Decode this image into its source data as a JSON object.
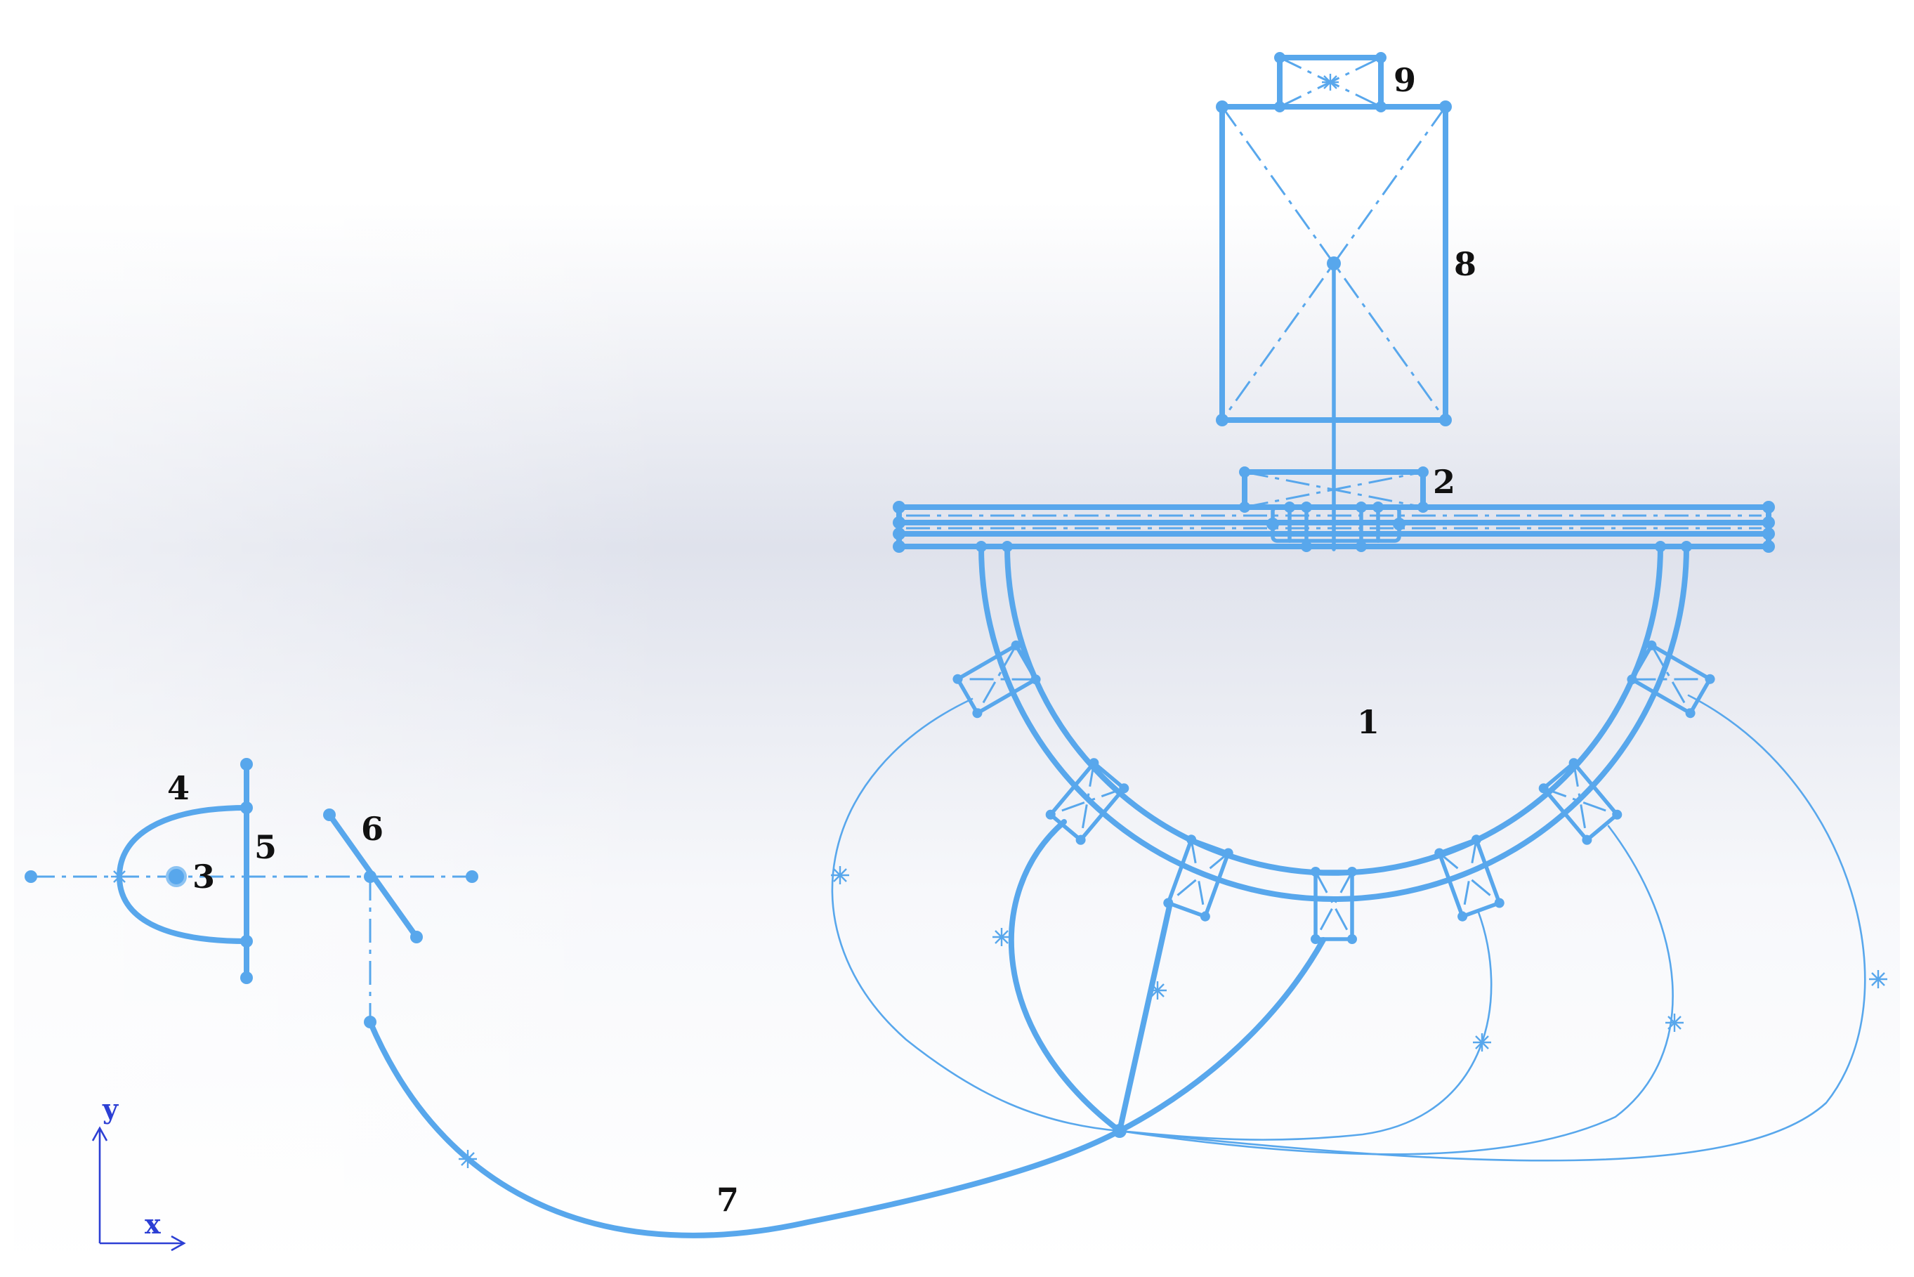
{
  "labels": [
    "1",
    "2",
    "3",
    "4",
    "5",
    "6",
    "7",
    "8",
    "9"
  ],
  "axes": {
    "x": "x",
    "y": "y"
  },
  "colors": {
    "sketch": "#58a7ec",
    "label": "#111111",
    "axis": "#2c3fd4",
    "background_top": "#ffffff",
    "background_mid": "#dfe2ec"
  }
}
